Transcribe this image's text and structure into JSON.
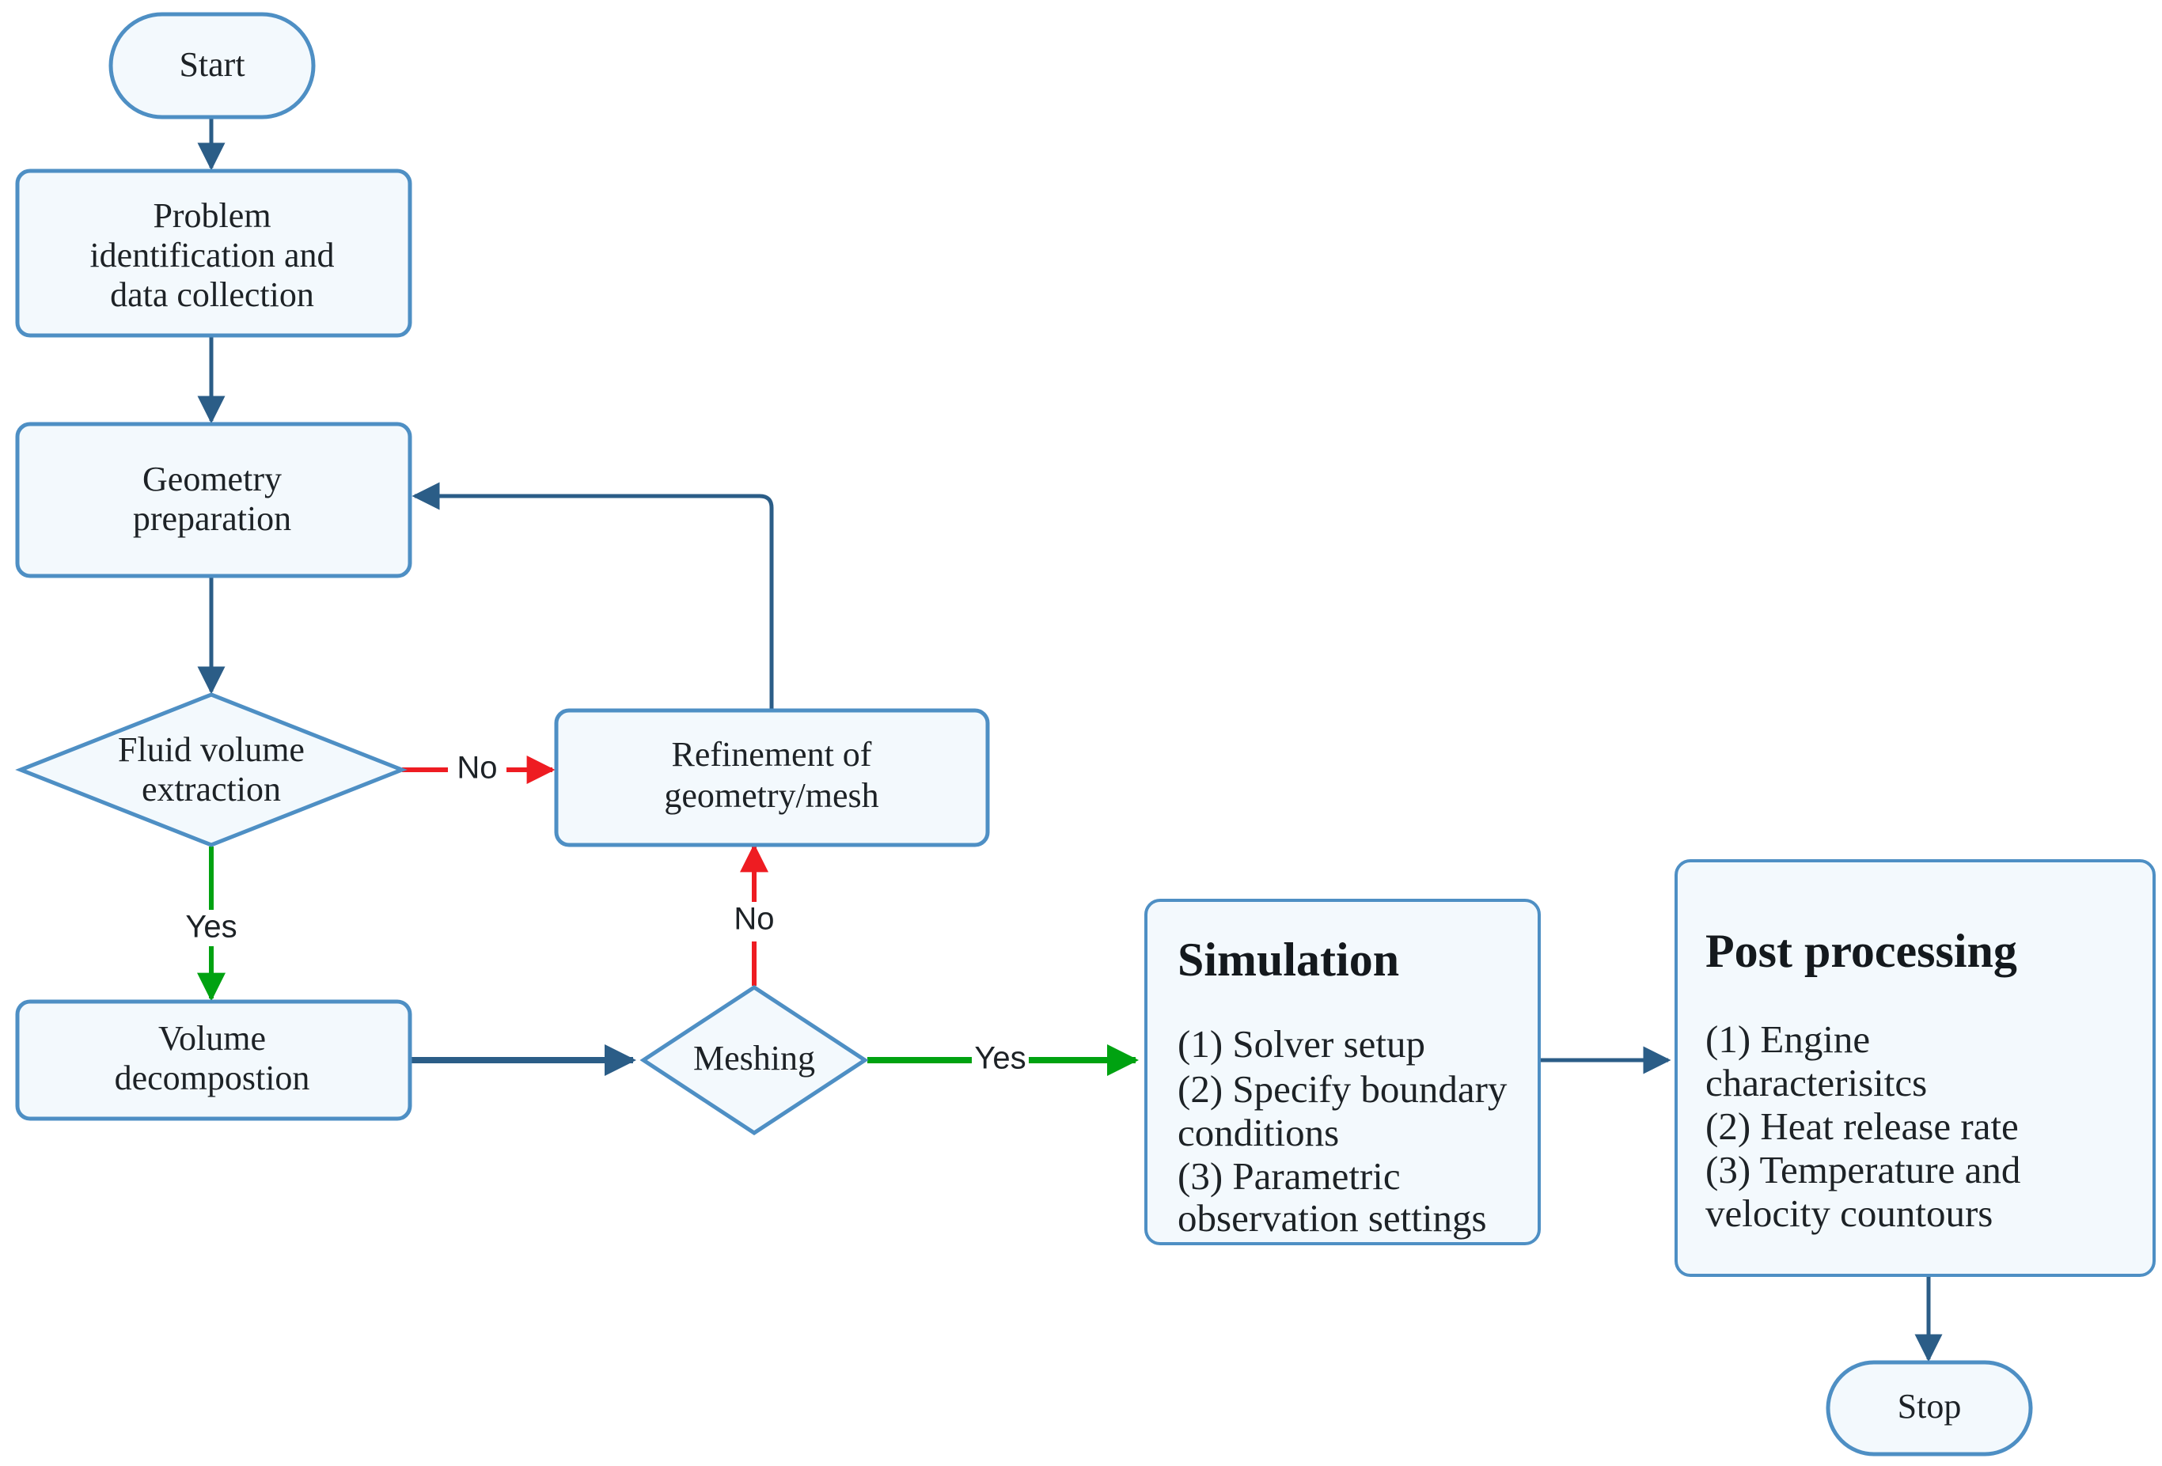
{
  "diagram": {
    "title": "CFD simulation workflow flowchart",
    "colors": {
      "node_fill": "#f3f9fd",
      "node_stroke": "#4e8fc4",
      "edge_blue": "#2b5d87",
      "edge_red": "#ee1c22",
      "edge_green": "#00a211",
      "text": "#1d2226",
      "background": "#ffffff"
    },
    "nodes": {
      "start": {
        "label": "Start",
        "shape": "terminator"
      },
      "problem": {
        "line1": "Problem",
        "line2": "identification and",
        "line3": "data collection",
        "shape": "process"
      },
      "geometry": {
        "line1": "Geometry",
        "line2": "preparation",
        "shape": "process"
      },
      "fluid_volume": {
        "line1": "Fluid volume",
        "line2": "extraction",
        "shape": "decision"
      },
      "refinement": {
        "line1": "Refinement of",
        "line2": "geometry/mesh",
        "shape": "process"
      },
      "volume_decomposition": {
        "line1": "Volume",
        "line2": "decompostion",
        "shape": "process"
      },
      "meshing": {
        "label": "Meshing",
        "shape": "decision"
      },
      "simulation": {
        "title": "Simulation",
        "items": [
          "(1)    Solver setup",
          "(2) Specify boundary",
          "conditions",
          "(3) Parametric",
          "observation settings"
        ],
        "shape": "process"
      },
      "post_processing": {
        "title": "Post processing",
        "items": [
          "(1)    Engine",
          "   characterisitcs",
          "(2) Heat release rate",
          "(3) Temperature and",
          "   velocity countours"
        ],
        "shape": "process"
      },
      "stop": {
        "label": "Stop",
        "shape": "terminator"
      }
    },
    "edge_labels": {
      "fluid_no": "No",
      "fluid_yes": "Yes",
      "meshing_no": "No",
      "meshing_yes": "Yes"
    }
  }
}
